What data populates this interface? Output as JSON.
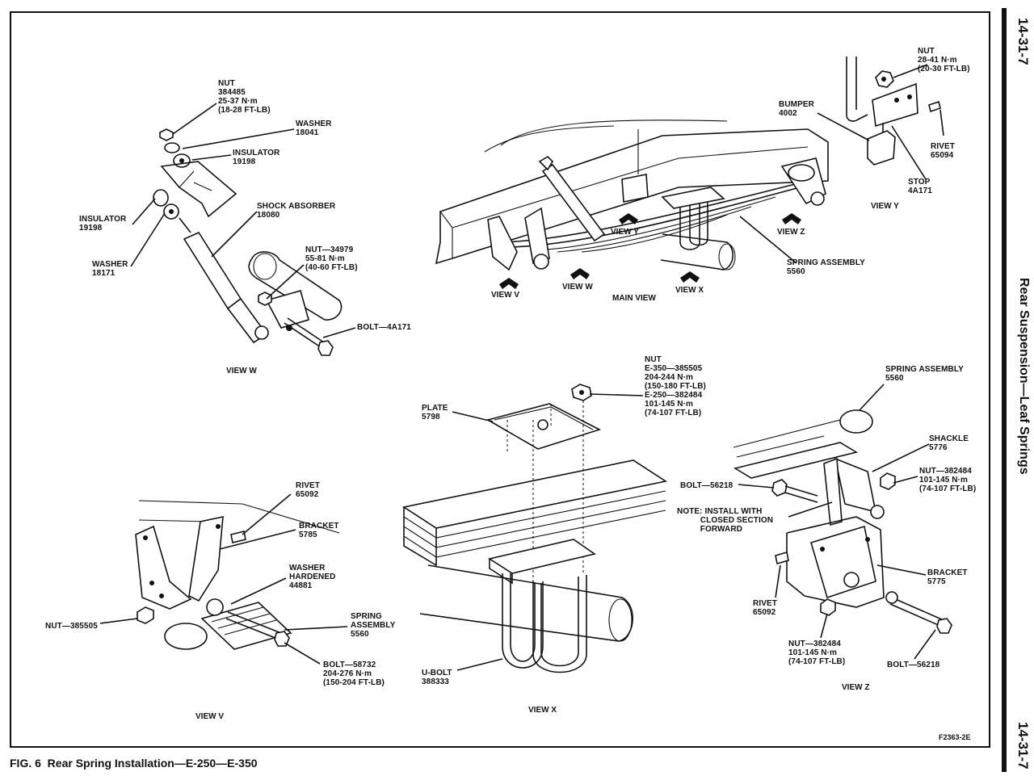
{
  "page_number_top": "14-31-7",
  "page_number_bottom": "14-31-7",
  "section_title": "Rear Suspension—Leaf Springs",
  "figure_caption": "FIG. 6  Rear Spring Installation—E-250—E-350",
  "figure_code": "F2363-2E",
  "views": {
    "main": "MAIN VIEW",
    "v": "VIEW V",
    "w": "VIEW W",
    "x": "VIEW X",
    "y": "VIEW Y",
    "z": "VIEW Z"
  },
  "main_view_labels": {
    "view_v": "VIEW V",
    "view_w": "VIEW W",
    "view_x": "VIEW X",
    "view_y": "VIEW Y",
    "view_z": "VIEW Z",
    "spring_assembly": "SPRING ASSEMBLY\n5560"
  },
  "view_w_labels": {
    "nut": "NUT\n384485\n25-37 N·m\n(18-28 FT-LB)",
    "washer_top": "WASHER\n18041",
    "insulator_top": "INSULATOR\n19198",
    "shock_absorber": "SHOCK ABSORBER\n18080",
    "insulator_left": "INSULATOR\n19198",
    "washer_left": "WASHER\n18171",
    "nut_34979": "NUT—34979\n55-81 N·m\n(40-60 FT-LB)",
    "bolt": "BOLT—4A171"
  },
  "view_y_labels": {
    "nut": "NUT\n28-41 N·m\n(20-30 FT-LB)",
    "bumper": "BUMPER\n4002",
    "rivet": "RIVET\n65094",
    "stop": "STOP\n4A171"
  },
  "view_x_labels": {
    "nut": "NUT\nE-350—385505\n204-244 N·m\n(150-180 FT-LB)\nE-250—382484\n101-145 N·m\n(74-107 FT-LB)",
    "plate": "PLATE\n5798",
    "u_bolt": "U-BOLT\n388333"
  },
  "view_v_labels": {
    "rivet": "RIVET\n65092",
    "bracket": "BRACKET\n5785",
    "washer": "WASHER\nHARDENED\n44881",
    "nut": "NUT—385505",
    "spring_assembly": "SPRING\nASSEMBLY\n5560",
    "bolt": "BOLT—58732\n204-276 N·m\n(150-204 FT-LB)"
  },
  "view_z_labels": {
    "spring_assembly": "SPRING ASSEMBLY\n5560",
    "shackle": "SHACKLE\n5776",
    "bolt_top": "BOLT—56218",
    "nut_right": "NUT—382484\n101-145 N·m\n(74-107 FT-LB)",
    "note": "NOTE: INSTALL WITH\n          CLOSED SECTION\n          FORWARD",
    "bracket": "BRACKET\n5775",
    "rivet": "RIVET\n65092",
    "nut_bottom": "NUT—382484\n101-145 N·m\n(74-107 FT-LB)",
    "bolt_bottom": "BOLT—56218"
  }
}
